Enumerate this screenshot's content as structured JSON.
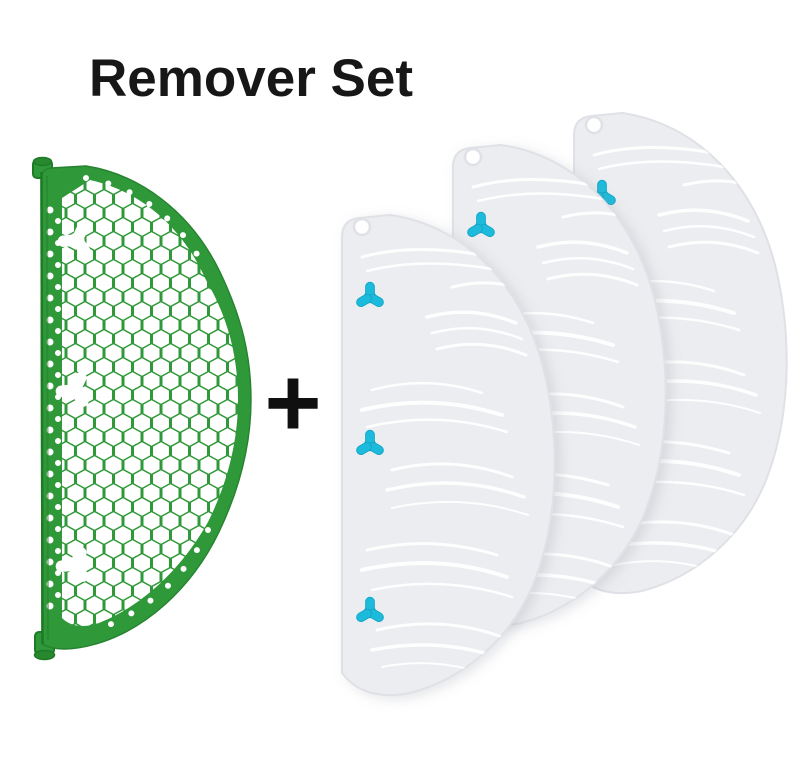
{
  "title": "Remover Set",
  "plus_sign": "+",
  "set_contents": {
    "frame_count": 1,
    "sheet_count": 3,
    "markers_per_sheet": 3,
    "trilobe_holes_on_frame": 3
  },
  "icons": {
    "plus": "plus-icon",
    "trilobe_marker": "trilobe-marker-icon",
    "hang_hole": "hang-hole-icon"
  },
  "colors": {
    "background": "#FFFFFF",
    "title-color": "#171717",
    "frame-green": "#2F9838",
    "frame-green-dark": "#1D7B26",
    "frame-rim": "#268230",
    "knob-green": "#27882E",
    "sheet-gray": "#ECEDF0",
    "sheet-edge": "#DFE1E6",
    "streak-white": "#FFFFFF",
    "marker-cyan": "#1EBBDC",
    "marker-cyan-dark": "#12A6C6"
  }
}
